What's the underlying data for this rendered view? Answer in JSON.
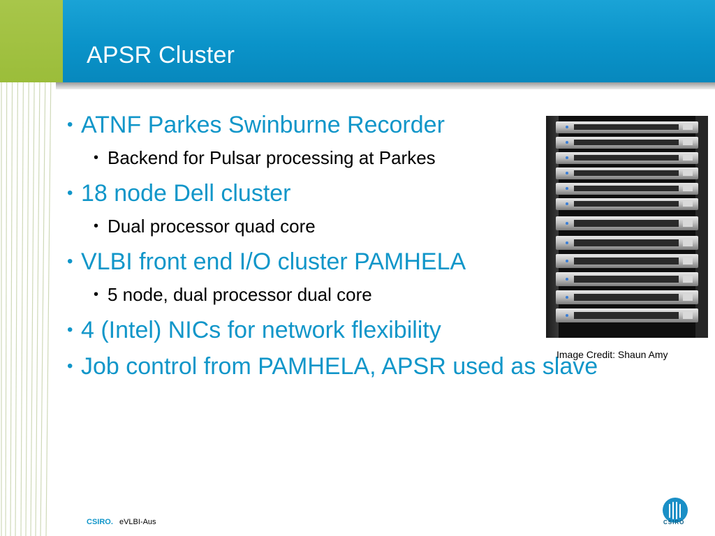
{
  "slide": {
    "title": "APSR Cluster",
    "bullets": [
      {
        "text": "ATNF Parkes Swinburne Recorder",
        "sub": [
          "Backend for Pulsar processing at Parkes"
        ]
      },
      {
        "text": "18 node Dell cluster",
        "sub": [
          "Dual processor quad core"
        ]
      },
      {
        "text": "VLBI front end I/O cluster PAMHELA",
        "sub": [
          "5 node, dual processor dual core"
        ]
      },
      {
        "text": "4 (Intel) NICs for network flexibility",
        "sub": []
      },
      {
        "text": "Job control from PAMHELA, APSR used as slave",
        "sub": []
      }
    ],
    "image_caption": "Image Credit: Shaun Amy"
  },
  "footer": {
    "brand": "CSIRO.",
    "text": "eVLBI-Aus",
    "logo_label": "CSIRO"
  },
  "colors": {
    "header_blue": "#0a93c9",
    "accent_lime": "#9bbd3a",
    "text_blue": "#1196c9"
  },
  "icons": {
    "bullet": "•",
    "logo": "csiro-logo-icon"
  }
}
